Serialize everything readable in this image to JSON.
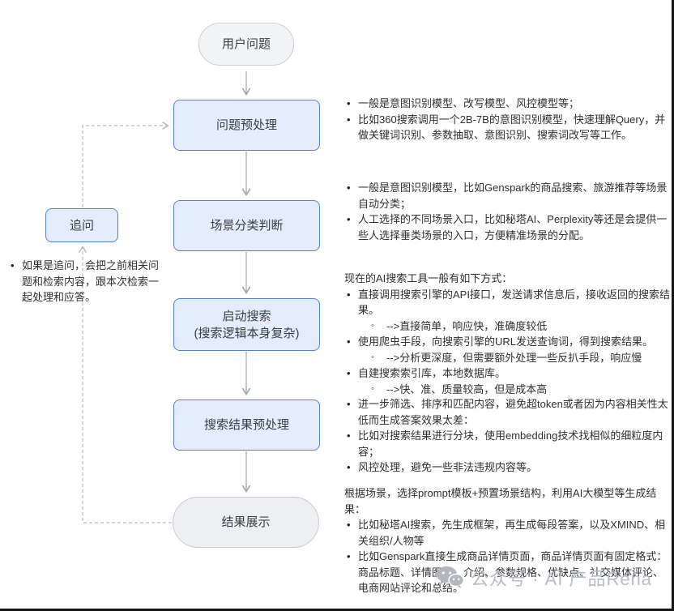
{
  "flow": {
    "start_label": "用户问题",
    "step1_label": "问题预处理",
    "step2_label": "场景分类判断",
    "step3_line1": "启动搜索",
    "step3_line2": "(搜索逻辑本身复杂)",
    "step4_label": "搜索结果预处理",
    "end_label": "结果展示",
    "followup_label": "追问"
  },
  "left_note": {
    "text": "如果是追问，会把之前相关问题和检索内容，跟本次检索一起处理和应答。"
  },
  "notes": [
    {
      "items": [
        {
          "type": "b1",
          "text": "一般是意图识别模型、改写模型、风控模型等；"
        },
        {
          "type": "b1",
          "text": "比如360搜索调用一个2B-7B的意图识别模型，快速理解Query，并做关键词识别、参数抽取、意图识别、搜索词改写等工作。"
        }
      ]
    },
    {
      "items": [
        {
          "type": "b1",
          "text": "一般是意图识别模型，比如Genspark的商品搜索、旅游推荐等场景自动分类；"
        },
        {
          "type": "b1",
          "text": "人工选择的不同场景入口，比如秘塔AI、Perplexity等还是会提供一些人选择垂类场景的入口，方便精准场景的分配。"
        }
      ]
    },
    {
      "items": [
        {
          "type": "p",
          "text": "现在的AI搜索工具一般有如下方式："
        },
        {
          "type": "b1",
          "text": "直接调用搜索引擎的API接口，发送请求信息后，接收返回的搜索结果。"
        },
        {
          "type": "b2",
          "text": "-->直接简单，响应快，准确度较低"
        },
        {
          "type": "b1",
          "text": "使用爬虫手段，向搜索引擎的URL发送查询词，得到搜索结果。"
        },
        {
          "type": "b2",
          "text": "-->分析更深度，但需要额外处理一些反扒手段，响应慢"
        },
        {
          "type": "b1",
          "text": "自建搜索索引库，本地数据库。"
        },
        {
          "type": "b2",
          "text": "-->快、准、质量较高，但是成本高"
        }
      ]
    },
    {
      "items": [
        {
          "type": "b1",
          "text": "进一步筛选、排序和匹配内容，避免超token或者因为内容相关性太低而生成答案效果太差："
        },
        {
          "type": "b1",
          "text": "比如对搜索结果进行分块，使用embedding技术找相似的细粒度内容；"
        },
        {
          "type": "b1",
          "text": "风控处理，避免一些非法违规内容等。"
        }
      ]
    },
    {
      "items": [
        {
          "type": "p",
          "text": "根据场景，选择prompt模板+预置场景结构，利用AI大模型等生成结果："
        },
        {
          "type": "b1",
          "text": "比如秘塔AI搜索，先生成框架，再生成每段答案，以及XMIND、相关组织/人物等"
        },
        {
          "type": "b1",
          "text": "比如Genspark直接生成商品详情页面，商品详情页面有固定格式：商品标题、详情图片，介绍、参数规格、优缺点、社交媒体评论、电商网站评论和总结。"
        }
      ]
    }
  ],
  "watermark": {
    "icon": "wechat-icon",
    "text": "公众号 · AI 产品Rena"
  },
  "colors": {
    "node_border_blue": "#4e80ec",
    "node_fill_blue": "#e4ecfd",
    "oval_border": "#cdd0d4",
    "oval_fill": "#f3f4f6",
    "arrow": "#a2a7ae",
    "dashed_line": "#b6bac0",
    "body_text": "#2e3033",
    "watermark_text": "#b9bcc3",
    "screen_edge": "#161616"
  }
}
